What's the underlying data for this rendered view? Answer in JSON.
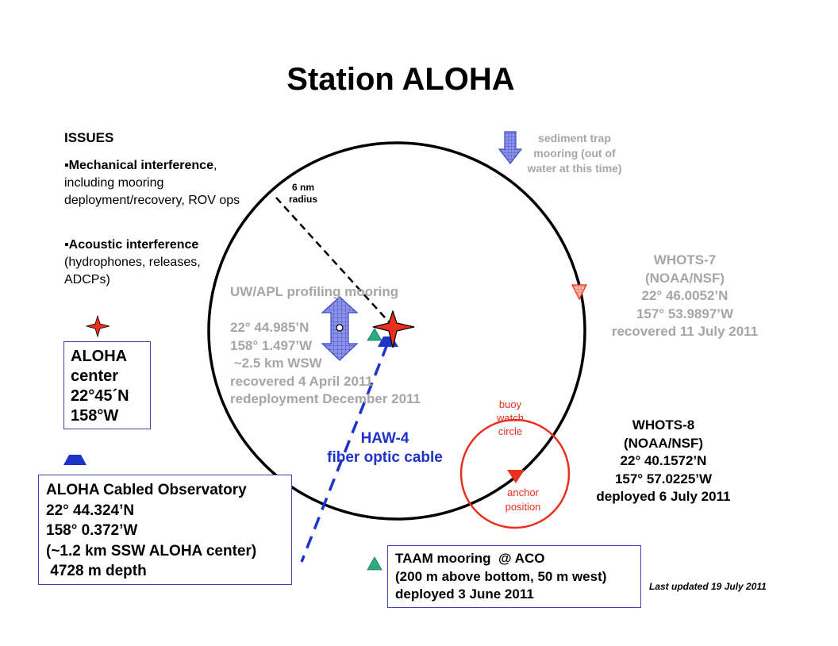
{
  "title": "Station ALOHA",
  "issues": {
    "heading": "ISSUES",
    "items": [
      {
        "bullet": "▪",
        "bold": "Mechanical interference",
        "rest": ", including mooring deployment/recovery, ROV ops"
      },
      {
        "bullet": "▪",
        "bold": "Acoustic interference",
        "rest": " (hydrophones, releases, ADCPs)"
      }
    ]
  },
  "radius_label": [
    "6 nm",
    "radius"
  ],
  "sediment_trap": [
    "sediment trap",
    "mooring (out of",
    "water at this time)"
  ],
  "whots7": [
    "WHOTS-7",
    "(NOAA/NSF)",
    "22° 46.0052’N",
    "157° 53.9897’W",
    "recovered 11 July 2011"
  ],
  "uwapl": {
    "heading": "UW/APL profiling mooring",
    "lines": [
      "22° 44.985’N",
      "158° 1.497’W",
      " ~2.5 km WSW",
      "recovered 4 April 2011",
      "redeployment December 2011"
    ]
  },
  "aloha_center": [
    "ALOHA",
    "center",
    "22°45´N",
    "158°W"
  ],
  "haw4": [
    "HAW-4",
    "fiber optic cable"
  ],
  "buoy_watch": [
    "buoy",
    "watch",
    "circle"
  ],
  "anchor": [
    "anchor",
    "position"
  ],
  "whots8": [
    "WHOTS-8",
    "(NOAA/NSF)",
    "22° 40.1572’N",
    "157° 57.0225’W",
    "deployed 6 July 2011"
  ],
  "aco": [
    "ALOHA Cabled Observatory",
    "22° 44.324’N",
    "158° 0.372’W",
    "(~1.2 km SSW ALOHA center)",
    " 4728 m depth"
  ],
  "taam": [
    "TAAM mooring  @ ACO",
    "(200 m above bottom, 50 m west)",
    "deployed 3 June 2011"
  ],
  "last_updated": "Last updated 19 July 2011",
  "colors": {
    "aloha_star": "#e8301c",
    "aco_trapezoid": "#1f33c8",
    "taam_triangle": "#2bab7e",
    "profiler_arrow": "#8b93e8",
    "buoy_circle": "#e8301c",
    "whots7_marker": "#f08a72",
    "text_gray": "#a6a6a6",
    "box_border": "#3a47a8"
  }
}
